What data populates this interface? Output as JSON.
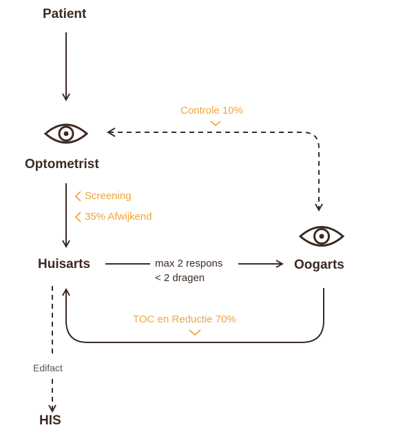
{
  "nodes": {
    "patient": "Patient",
    "optometrist": "Optometrist",
    "huisarts": "Huisarts",
    "oogarts": "Oogarts",
    "his": "HIS"
  },
  "labels": {
    "controle": "Controle 10%",
    "screening": "Screening",
    "afwijkend": "35% Afwijkend",
    "max_respons": "max 2 respons",
    "dragen": "< 2 dragen",
    "toc": "TOC en Reductie 70%",
    "edifact": "Edifact"
  },
  "colors": {
    "line": "#3b2a22",
    "accent": "#f0a43a",
    "muted": "#555555"
  },
  "icons": [
    "eye-icon",
    "chevron-left-icon",
    "chevron-down-icon",
    "arrow-head-icon"
  ]
}
